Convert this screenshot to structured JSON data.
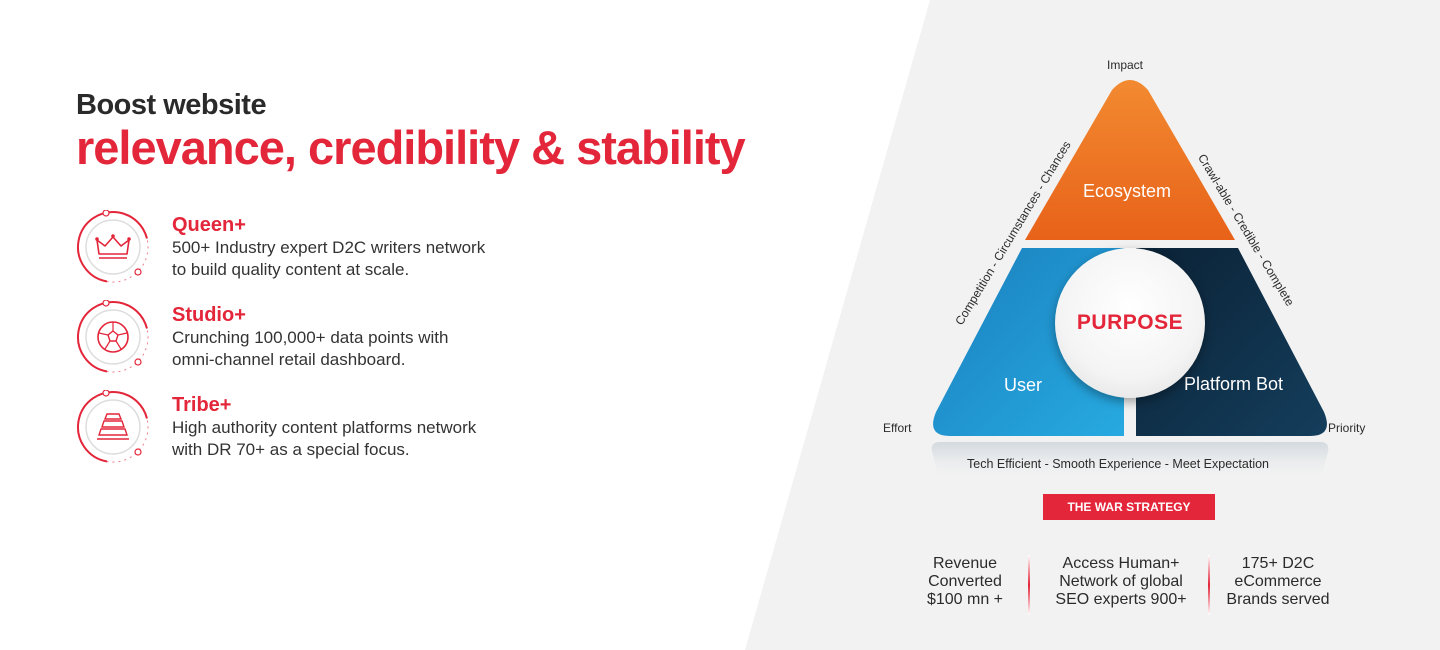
{
  "headline": {
    "line1": "Boost website",
    "line2": "relevance, credibility & stability"
  },
  "features": [
    {
      "icon": "crown-icon",
      "title": "Queen+",
      "line1": "500+ Industry expert D2C writers network",
      "line2": "to build quality content at scale."
    },
    {
      "icon": "football-icon",
      "title": "Studio+",
      "line1": "Crunching 100,000+ data points with",
      "line2": "omni-channel retail dashboard."
    },
    {
      "icon": "stacked-platform-icon",
      "title": "Tribe+",
      "line1": "High authority content platforms network",
      "line2": "with DR 70+ as a special focus."
    }
  ],
  "diagram": {
    "top_label": "Impact",
    "left_label": "Effort",
    "right_label": "Priority",
    "left_side_text": "Competition - Circumstances - Chances",
    "right_side_text": "Crawl-able - Credible - Complete",
    "bottom_text": "Tech Efficient - Smooth Experience - Meet Expectation",
    "segments": {
      "top": "Ecosystem",
      "left": "User",
      "right": "Platform Bot"
    },
    "center": "PURPOSE",
    "strategy_label": "THE WAR STRATEGY",
    "colors": {
      "orange": "#ef7422",
      "blue": "#1c93cf",
      "navy": "#0d2c44",
      "red": "#e3263a"
    }
  },
  "stats": [
    {
      "line1": "Revenue",
      "line2": "Converted",
      "line3": "$100 mn +"
    },
    {
      "line1": "Access Human+",
      "line2": "Network of global",
      "line3": "SEO experts 900+"
    },
    {
      "line1": "175+ D2C",
      "line2": "eCommerce",
      "line3": "Brands served"
    }
  ]
}
